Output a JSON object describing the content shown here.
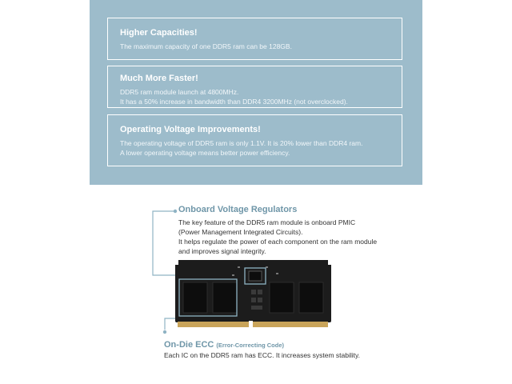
{
  "features": [
    {
      "title": "Higher Capacities!",
      "lines": [
        "The maximum capacity of one DDR5 ram can be 128GB."
      ]
    },
    {
      "title": "Much More Faster!",
      "lines": [
        "DDR5 ram module launch at 4800MHz.",
        "It has a 50% increase in bandwidth than DDR4 3200MHz (not overclocked)."
      ]
    },
    {
      "title": "Operating Voltage Improvements!",
      "lines": [
        "The operating voltage of DDR5 ram is only 1.1V. It is 20% lower than DDR4 ram.",
        "A lower operating voltage means better power efficiency."
      ]
    }
  ],
  "regulators": {
    "title": "Onboard Voltage Regulators",
    "lines": [
      "The key feature of the DDR5 ram module is onboard PMIC",
      "(Power Management Integrated Circuits).",
      "It helps regulate the power of each component on the ram module",
      "and improves signal integrity."
    ]
  },
  "ecc": {
    "title": "On-Die ECC",
    "subtitle": "(Error-Correcting Code)",
    "description": "Each IC on the DDR5 ram has ECC.  It increases system stability."
  },
  "colors": {
    "panel": "#9dbccb",
    "accent": "#6f96a8",
    "pcb": "#1c1c1c",
    "contacts": "#c9a45a"
  }
}
